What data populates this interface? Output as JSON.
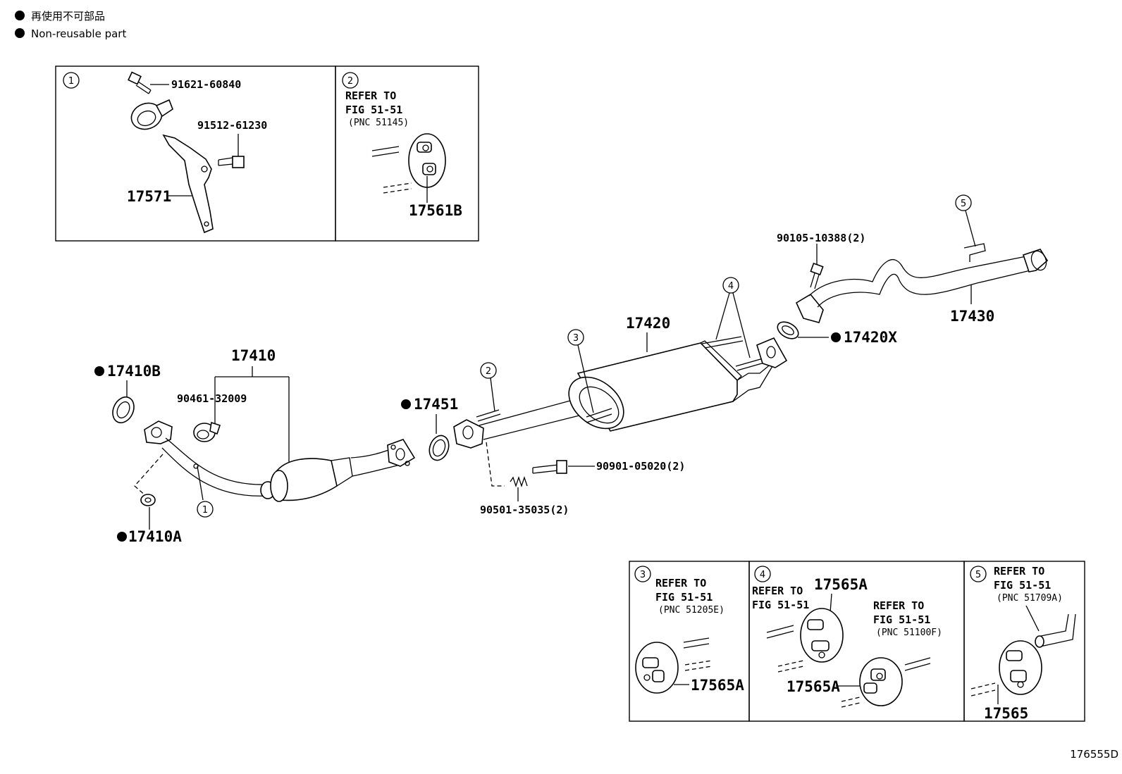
{
  "legend": {
    "line_ja": "再使用不可部品",
    "line_en": "Non-reusable part"
  },
  "inset1": {
    "num": "1",
    "pn_bolt": "91621-60840",
    "pn_bolt2": "91512-61230",
    "pn_bracket": "17571"
  },
  "inset2": {
    "num": "2",
    "ref1": "REFER TO",
    "ref2": "FIG 51-51",
    "ref3": "(PNC 51145)",
    "pn_hanger": "17561B"
  },
  "main": {
    "p17410B": "17410B",
    "p17410": "17410",
    "p90461": "90461-32009",
    "p17410A": "17410A",
    "p17451": "17451",
    "p17420": "17420",
    "p90105": "90105-10388(2)",
    "p17420X": "17420X",
    "p17430": "17430",
    "p90901": "90901-05020(2)",
    "p90501": "90501-35035(2)",
    "c1": "1",
    "c2": "2",
    "c3": "3",
    "c4": "4",
    "c5": "5"
  },
  "inset3": {
    "num": "3",
    "ref1": "REFER TO",
    "ref2": "FIG 51-51",
    "ref3": "(PNC 51205E)",
    "pn": "17565A"
  },
  "inset4": {
    "num": "4",
    "refA1": "REFER TO",
    "refA2": "FIG 51-51",
    "pnA": "17565A",
    "refB1": "REFER TO",
    "refB2": "FIG 51-51",
    "refB3": "(PNC 51100F)",
    "pnB": "17565A"
  },
  "inset5": {
    "num": "5",
    "ref1": "REFER TO",
    "ref2": "FIG 51-51",
    "ref3": "(PNC 51709A)",
    "pn": "17565"
  },
  "figure_id": "176555D"
}
